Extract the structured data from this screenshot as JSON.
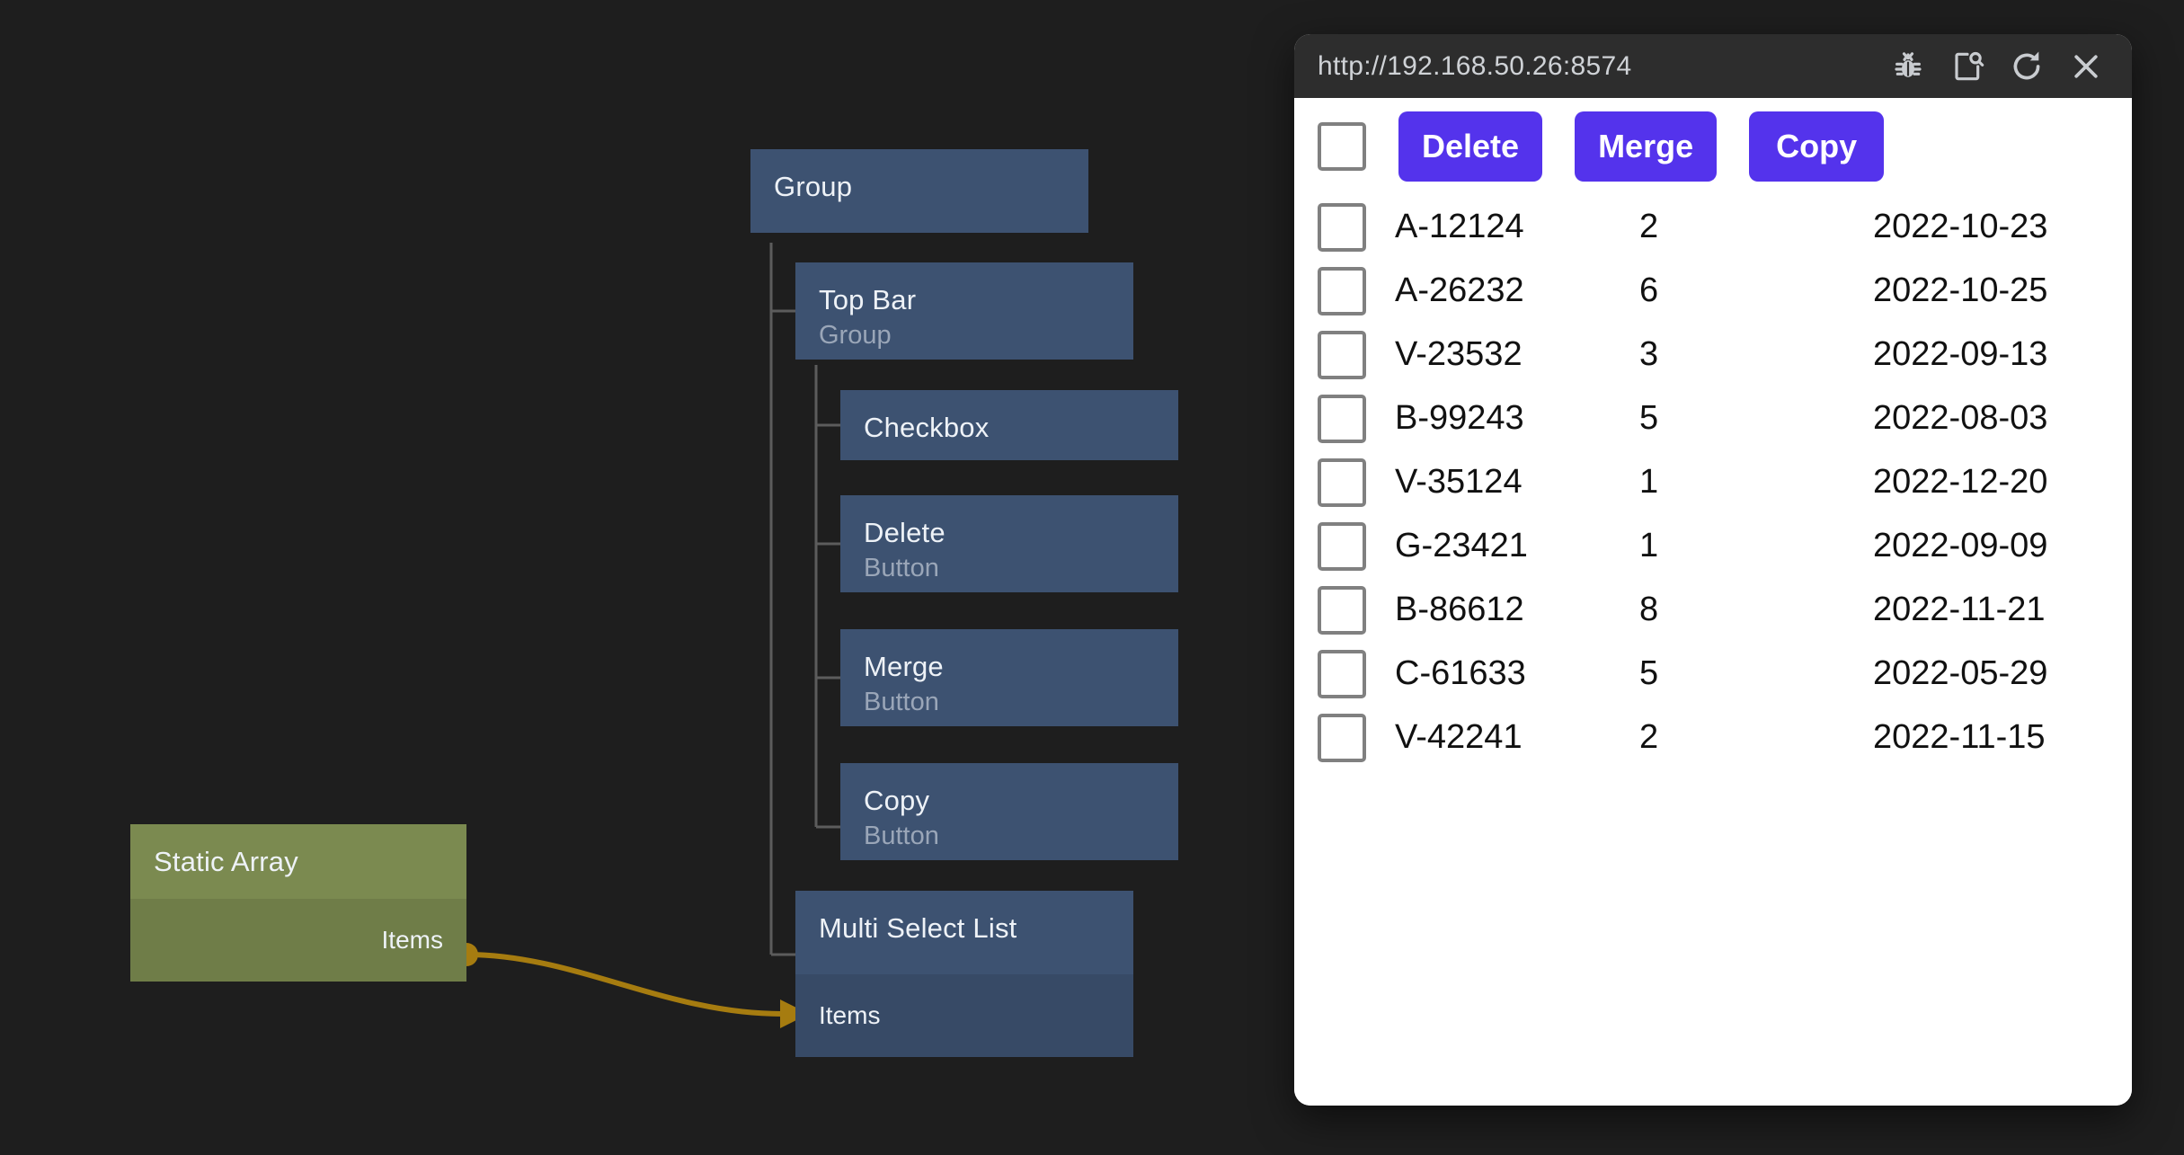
{
  "canvas": {
    "background": "#1e1e1e",
    "node_color": "#3d5271",
    "data_node_color": "#7b8a50",
    "edge_color": "#a67c10",
    "nodes": [
      {
        "id": "group",
        "title": "Group",
        "subtitle": ""
      },
      {
        "id": "topbar",
        "title": "Top Bar",
        "subtitle": "Group"
      },
      {
        "id": "checkbox",
        "title": "Checkbox",
        "subtitle": ""
      },
      {
        "id": "delete",
        "title": "Delete",
        "subtitle": "Button"
      },
      {
        "id": "merge",
        "title": "Merge",
        "subtitle": "Button"
      },
      {
        "id": "copy",
        "title": "Copy",
        "subtitle": "Button"
      },
      {
        "id": "multiselect",
        "title": "Multi Select List",
        "subtitle": "",
        "port_in": "Items"
      },
      {
        "id": "staticarray",
        "title": "Static Array",
        "subtitle": "",
        "port_out": "Items"
      }
    ]
  },
  "preview": {
    "url": "http://192.168.50.26:8574",
    "titlebar_icons": [
      {
        "name": "bug-icon",
        "label": "Debug"
      },
      {
        "name": "inspect-icon",
        "label": "Inspect element"
      },
      {
        "name": "reload-icon",
        "label": "Reload"
      },
      {
        "name": "close-icon",
        "label": "Close"
      }
    ],
    "accent_color": "#5433ec",
    "toolbar": {
      "select_all_checked": false,
      "buttons": [
        {
          "label": "Delete"
        },
        {
          "label": "Merge"
        },
        {
          "label": "Copy"
        }
      ]
    },
    "table": {
      "rows": [
        {
          "checked": false,
          "id": "A-12124",
          "qty": "2",
          "date": "2022-10-23"
        },
        {
          "checked": false,
          "id": "A-26232",
          "qty": "6",
          "date": "2022-10-25"
        },
        {
          "checked": false,
          "id": "V-23532",
          "qty": "3",
          "date": "2022-09-13"
        },
        {
          "checked": false,
          "id": "B-99243",
          "qty": "5",
          "date": "2022-08-03"
        },
        {
          "checked": false,
          "id": "V-35124",
          "qty": "1",
          "date": "2022-12-20"
        },
        {
          "checked": false,
          "id": "G-23421",
          "qty": "1",
          "date": "2022-09-09"
        },
        {
          "checked": false,
          "id": "B-86612",
          "qty": "8",
          "date": "2022-11-21"
        },
        {
          "checked": false,
          "id": "C-61633",
          "qty": "5",
          "date": "2022-05-29"
        },
        {
          "checked": false,
          "id": "V-42241",
          "qty": "2",
          "date": "2022-11-15"
        }
      ]
    }
  }
}
